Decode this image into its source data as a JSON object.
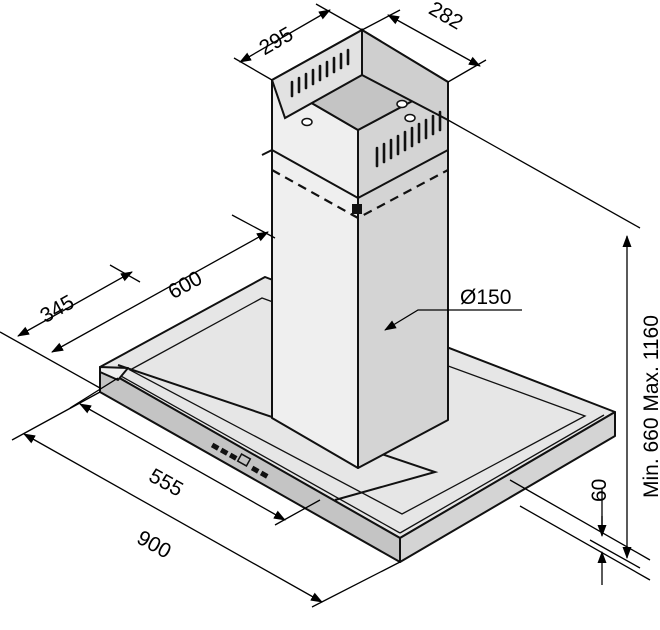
{
  "dimensions": {
    "chimney_depth": "295",
    "chimney_width": "282",
    "canopy_depth": "600",
    "chimney_offset": "345",
    "control_panel_width": "555",
    "total_width": "900",
    "duct_diameter": "Ø150",
    "canopy_height": "60",
    "height_range": "Min. 660 Max. 1160"
  }
}
